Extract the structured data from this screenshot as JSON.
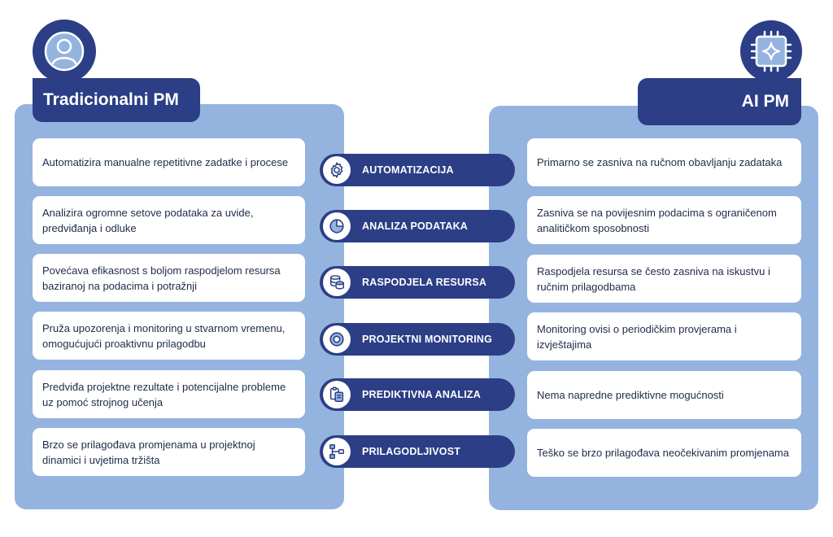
{
  "left": {
    "title": "Tradicionalni PM",
    "icon": "user-icon",
    "items": [
      "Automatizira manualne repetitivne zadatke i procese",
      "Analizira ogromne setove podataka za uvide, predviđanja i odluke",
      "Povećava efikasnost s boljom raspodjelom resursa baziranoj na podacima i potražnji",
      "Pruža upozorenja i monitoring u stvarnom vremenu, omogućujući proaktivnu prilagodbu",
      "Predviđa projektne rezultate i potencijalne probleme uz pomoć strojnog učenja",
      "Brzo se prilagođava promjenama u projektnoj dinamici i uvjetima tržišta"
    ]
  },
  "right": {
    "title": "AI PM",
    "icon": "ai-chip-icon",
    "items": [
      "Primarno se zasniva na ručnom obavljanju zadataka",
      "Zasniva se na povijesnim podacima s ograničenom analitičkom sposobnosti",
      "Raspodjela resursa se često zasniva na iskustvu i ručnim prilagodbama",
      "Monitoring ovisi o periodičkim provjerama i izvještajima",
      "Nema napredne prediktivne mogućnosti",
      "Teško se brzo prilagođava neočekivanim promjenama"
    ]
  },
  "categories": [
    {
      "label": "AUTOMATIZACIJA",
      "icon": "gear-icon"
    },
    {
      "label": "ANALIZA PODATAKA",
      "icon": "pie-chart-icon"
    },
    {
      "label": "RASPODJELA RESURSA",
      "icon": "database-icon"
    },
    {
      "label": "PROJEKTNI MONITORING",
      "icon": "monitoring-icon"
    },
    {
      "label": "PREDIKTIVNA ANALIZA",
      "icon": "clipboard-icon"
    },
    {
      "label": "PRILAGODLJIVOST",
      "icon": "flowchart-icon"
    }
  ],
  "colors": {
    "navy": "#2b3e86",
    "panel": "#94b4df",
    "card": "#ffffff",
    "text": "#1e2a4a"
  }
}
